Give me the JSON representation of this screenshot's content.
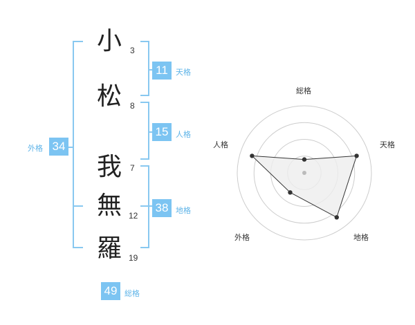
{
  "name": {
    "chars": [
      {
        "char": "小",
        "strokes": "3"
      },
      {
        "char": "松",
        "strokes": "8"
      },
      {
        "char": "我",
        "strokes": "7"
      },
      {
        "char": "無",
        "strokes": "12"
      },
      {
        "char": "羅",
        "strokes": "19"
      }
    ]
  },
  "kakusu": {
    "tenkaku": {
      "value": "11",
      "label": "天格"
    },
    "jinkaku": {
      "value": "15",
      "label": "人格"
    },
    "chikaku": {
      "value": "38",
      "label": "地格"
    },
    "gaikaku": {
      "value": "34",
      "label": "外格"
    },
    "soukaku": {
      "value": "49",
      "label": "総格"
    }
  },
  "radar": {
    "axes": [
      "総格",
      "天格",
      "地格",
      "外格",
      "人格"
    ],
    "levels": 4,
    "values": [
      0.2,
      0.82,
      0.82,
      0.36,
      0.82
    ],
    "colors": {
      "ring": "#cccccc",
      "line": "#333333",
      "fill": "#eeeeee",
      "center": "#bbbbbb"
    }
  },
  "colors": {
    "accent": "#7cc4f2",
    "bracket": "#88c8f0"
  }
}
